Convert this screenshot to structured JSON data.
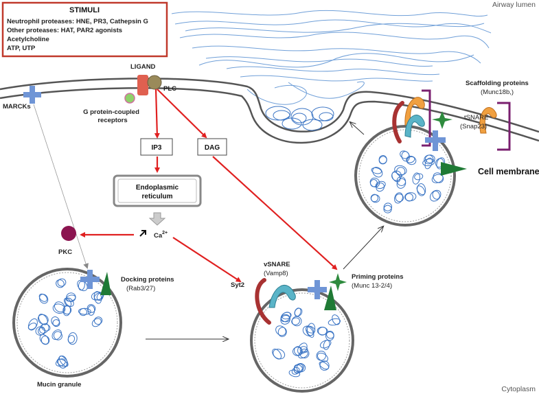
{
  "corners": {
    "top_right": "Airway lumen",
    "bottom_right": "Cytoplasm"
  },
  "stimuli": {
    "title": "STIMULI",
    "lines": [
      "Neutrophil proteases: HNE, PR3, Cathepsin G",
      "Other proteases: HAT, PAR2 agonists",
      "Acetylcholine",
      "ATP, UTP"
    ],
    "border_color": "#c0392b"
  },
  "labels": {
    "ligand": "LIGAND",
    "plc": "PLC",
    "gpcr_line1": "G protein-coupled",
    "gpcr_line2": "receptors",
    "marcks": "MARCKs",
    "ip3": "IP3",
    "dag": "DAG",
    "er_line1": "Endoplasmic",
    "er_line2": "reticulum",
    "calcium": "Ca",
    "calcium_sup": "2+",
    "pkc": "PKC",
    "docking_line1": "Docking proteins",
    "docking_line2": "(Rab3/27)",
    "mucin": "Mucin granule",
    "syt2": "Syt2",
    "vsnare_line1": "vSNARE",
    "vsnare_line2": "(Vamp8)",
    "priming_line1": "Priming proteins",
    "priming_line2": "(Munc 13-2/4)",
    "scaffold_line1": "Scaffolding proteins",
    "scaffold_line2": "(Munc18b,)",
    "tsnare_line1": "tSNARE",
    "tsnare_line2": "(Snap23)",
    "cell_membrane": "Cell membrane"
  },
  "colors": {
    "arrow_red": "#e02020",
    "membrane": "#555555",
    "mucin_blue": "#3a74c4",
    "plus_blue": "#6f95d6",
    "triangle_green": "#1f7a35",
    "star_green": "#2e8b3e",
    "pkc_purple": "#8b1450",
    "syt2_red": "#a83232",
    "vsnare_teal": "#5ab4c8",
    "snare_orange": "#f0a040",
    "bracket_purple": "#7a1f6f",
    "ligand_red": "#e06050",
    "plc_olive": "#9a8a5a",
    "gpcr_green": "#8fd16a"
  },
  "icons": [
    "marcks-plus-icon",
    "docking-triangle-icon",
    "priming-star-icon",
    "pkc-circle-icon",
    "ca-arrow-icon"
  ]
}
